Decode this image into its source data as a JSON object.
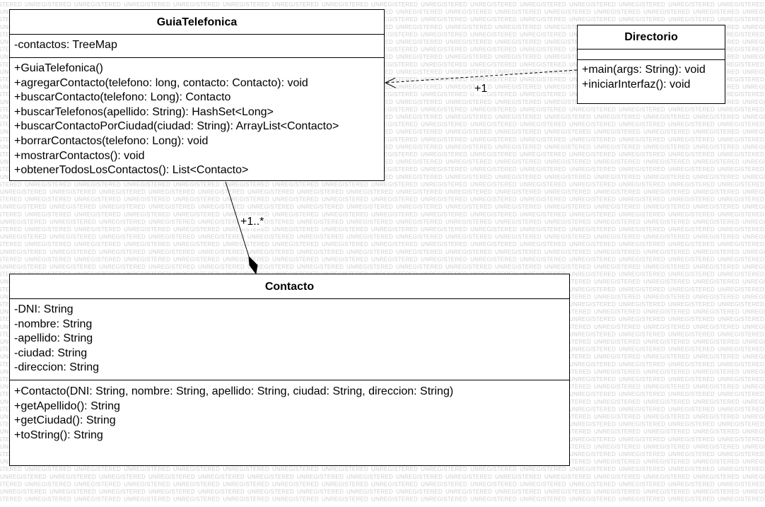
{
  "watermark_text": "UNREGISTERED",
  "classes": {
    "guia": {
      "name": "GuiaTelefonica",
      "attributes": [
        "-contactos: TreeMap"
      ],
      "operations": [
        "+GuiaTelefonica()",
        "+agregarContacto(telefono: long, contacto: Contacto): void",
        "+buscarContacto(telefono: Long): Contacto",
        "+buscarTelefonos(apellido: String): HashSet<Long>",
        "+buscarContactoPorCiudad(ciudad: String): ArrayList<Contacto>",
        "+borrarContactos(telefono: Long): void",
        "+mostrarContactos(): void",
        "+obtenerTodosLosContactos(): List<Contacto>"
      ]
    },
    "directorio": {
      "name": "Directorio",
      "attributes": [],
      "operations": [
        "+main(args: String): void",
        "+iniciarInterfaz(): void"
      ]
    },
    "contacto": {
      "name": "Contacto",
      "attributes": [
        "-DNI: String",
        "-nombre: String",
        "-apellido: String",
        "-ciudad: String",
        "-direccion: String"
      ],
      "operations": [
        "+Contacto(DNI: String, nombre: String, apellido: String, ciudad: String, direccion: String)",
        "+getApellido(): String",
        "+getCiudad(): String",
        "+toString(): String"
      ]
    }
  },
  "relations": {
    "dependency": {
      "from": "Directorio",
      "to": "GuiaTelefonica",
      "multiplicity": "+1"
    },
    "composition": {
      "whole": "Contacto",
      "part": "GuiaTelefonica",
      "multiplicity": "+1..*"
    }
  }
}
